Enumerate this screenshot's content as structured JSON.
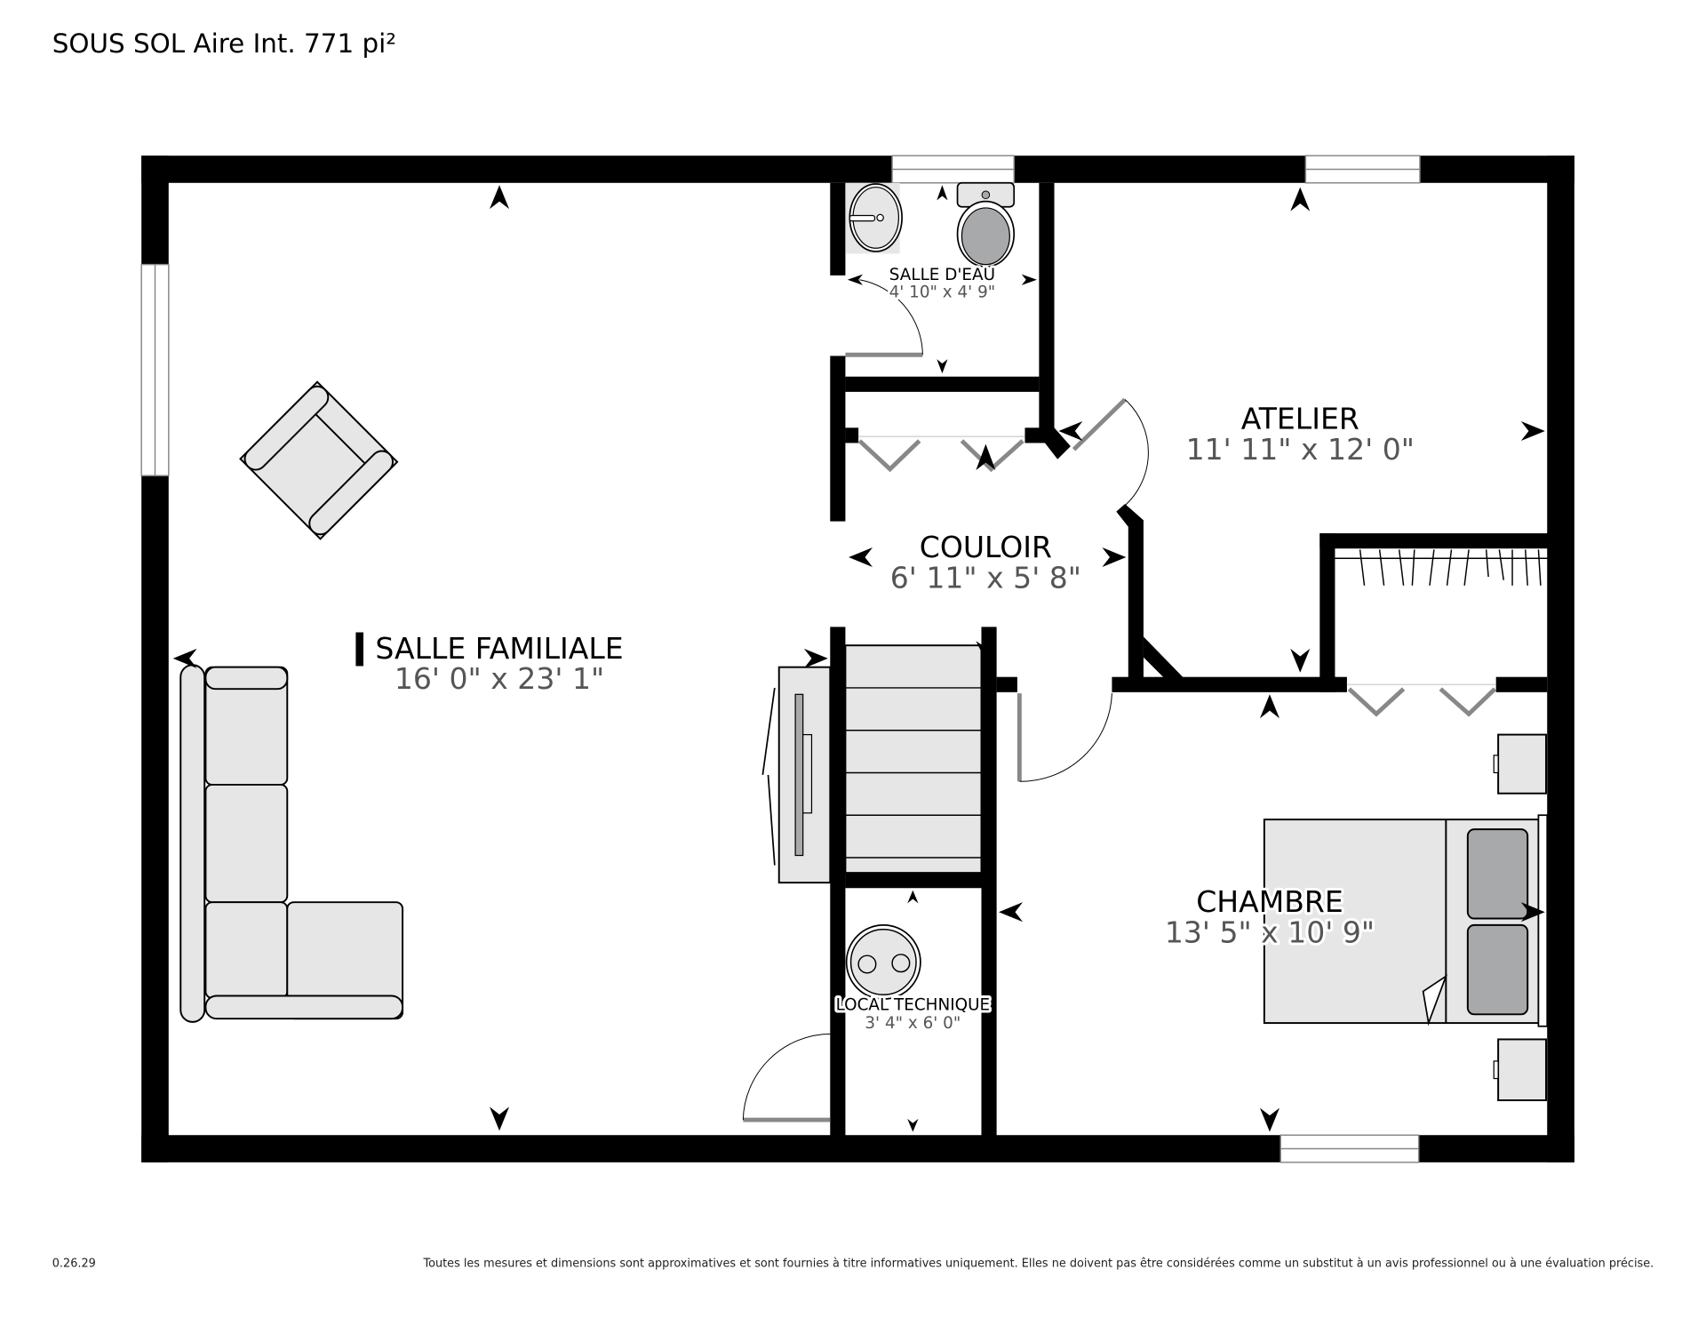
{
  "header": {
    "title": "SOUS SOL Aire Int. 771 pi²"
  },
  "rooms": [
    {
      "id": "salle-familiale",
      "name": "SALLE FAMILIALE",
      "dimensions": "16' 0\" x 23' 1\""
    },
    {
      "id": "salle-deau",
      "name": "SALLE D'EAU",
      "dimensions": "4' 10\" x 4' 9\""
    },
    {
      "id": "atelier",
      "name": "ATELIER",
      "dimensions": "11' 11\" x 12' 0\""
    },
    {
      "id": "couloir",
      "name": "COULOIR",
      "dimensions": "6' 11\" x 5' 8\""
    },
    {
      "id": "chambre",
      "name": "CHAMBRE",
      "dimensions": "13' 5\" x 10' 9\""
    },
    {
      "id": "local-technique",
      "name": "LOCAL TECHNIQUE",
      "dimensions": "3' 4\" x 6' 0\""
    }
  ],
  "footer": {
    "version": "0.26.29",
    "disclaimer": "Toutes les mesures et dimensions sont approximatives et sont fournies à titre informatives uniquement. Elles ne doivent pas être considérées comme un substitut à un avis professionnel ou à une évaluation précise."
  },
  "colors": {
    "wall": "#000000",
    "furniture_fill": "#e6e6e6",
    "pillow_fill": "#a8a9ab",
    "dimension_text": "#555555",
    "door_leaf": "#888888"
  },
  "icons": {
    "furniture": [
      "armchair-icon",
      "sectional-sofa-icon",
      "tv-unit-icon",
      "staircase-icon",
      "sink-icon",
      "toilet-icon",
      "water-heater-icon",
      "bed-icon",
      "nightstand-icon",
      "closet-rod-icon"
    ],
    "markers": [
      "dimension-arrow-icon"
    ]
  }
}
